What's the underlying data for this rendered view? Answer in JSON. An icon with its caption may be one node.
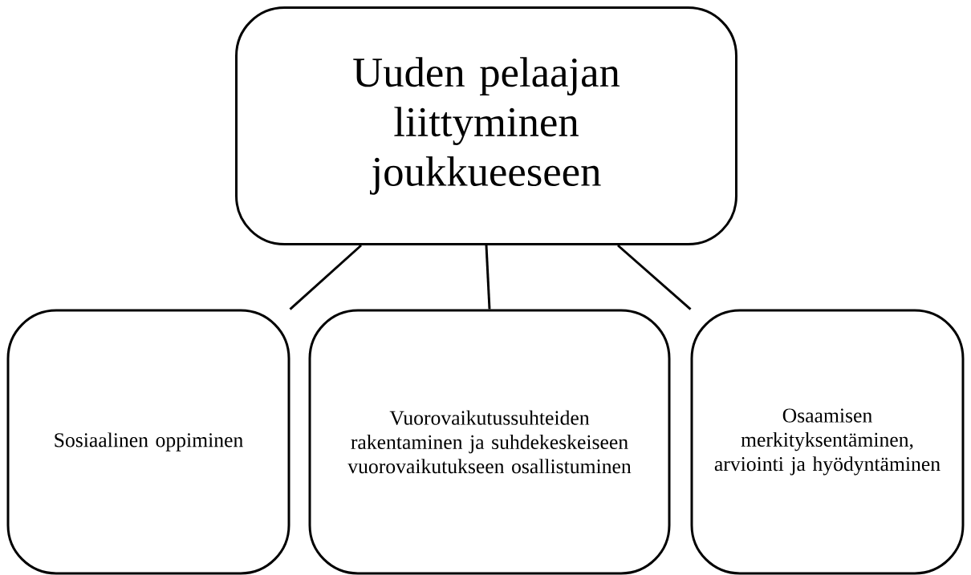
{
  "diagram": {
    "nodes": [
      {
        "text": [
          "Uuden pelaajan liittyminen joukkueeseen"
        ]
      },
      {
        "text": [
          "Sosiaalinen oppiminen"
        ]
      },
      {
        "text": [
          "Vuorovaikutussuhteiden rakentaminen ja suhdekeskeiseen vuorovaikutukseen osallistuminen"
        ]
      },
      {
        "text": [
          "Osaamisen merkityksentäminen, arviointi ja hyödyntäminen"
        ]
      }
    ],
    "edges": [
      {
        "from": 0,
        "to": 1,
        "arrow": "none"
      },
      {
        "from": 0,
        "to": 2,
        "arrow": "none"
      },
      {
        "from": 0,
        "to": 3,
        "arrow": "none"
      }
    ]
  }
}
